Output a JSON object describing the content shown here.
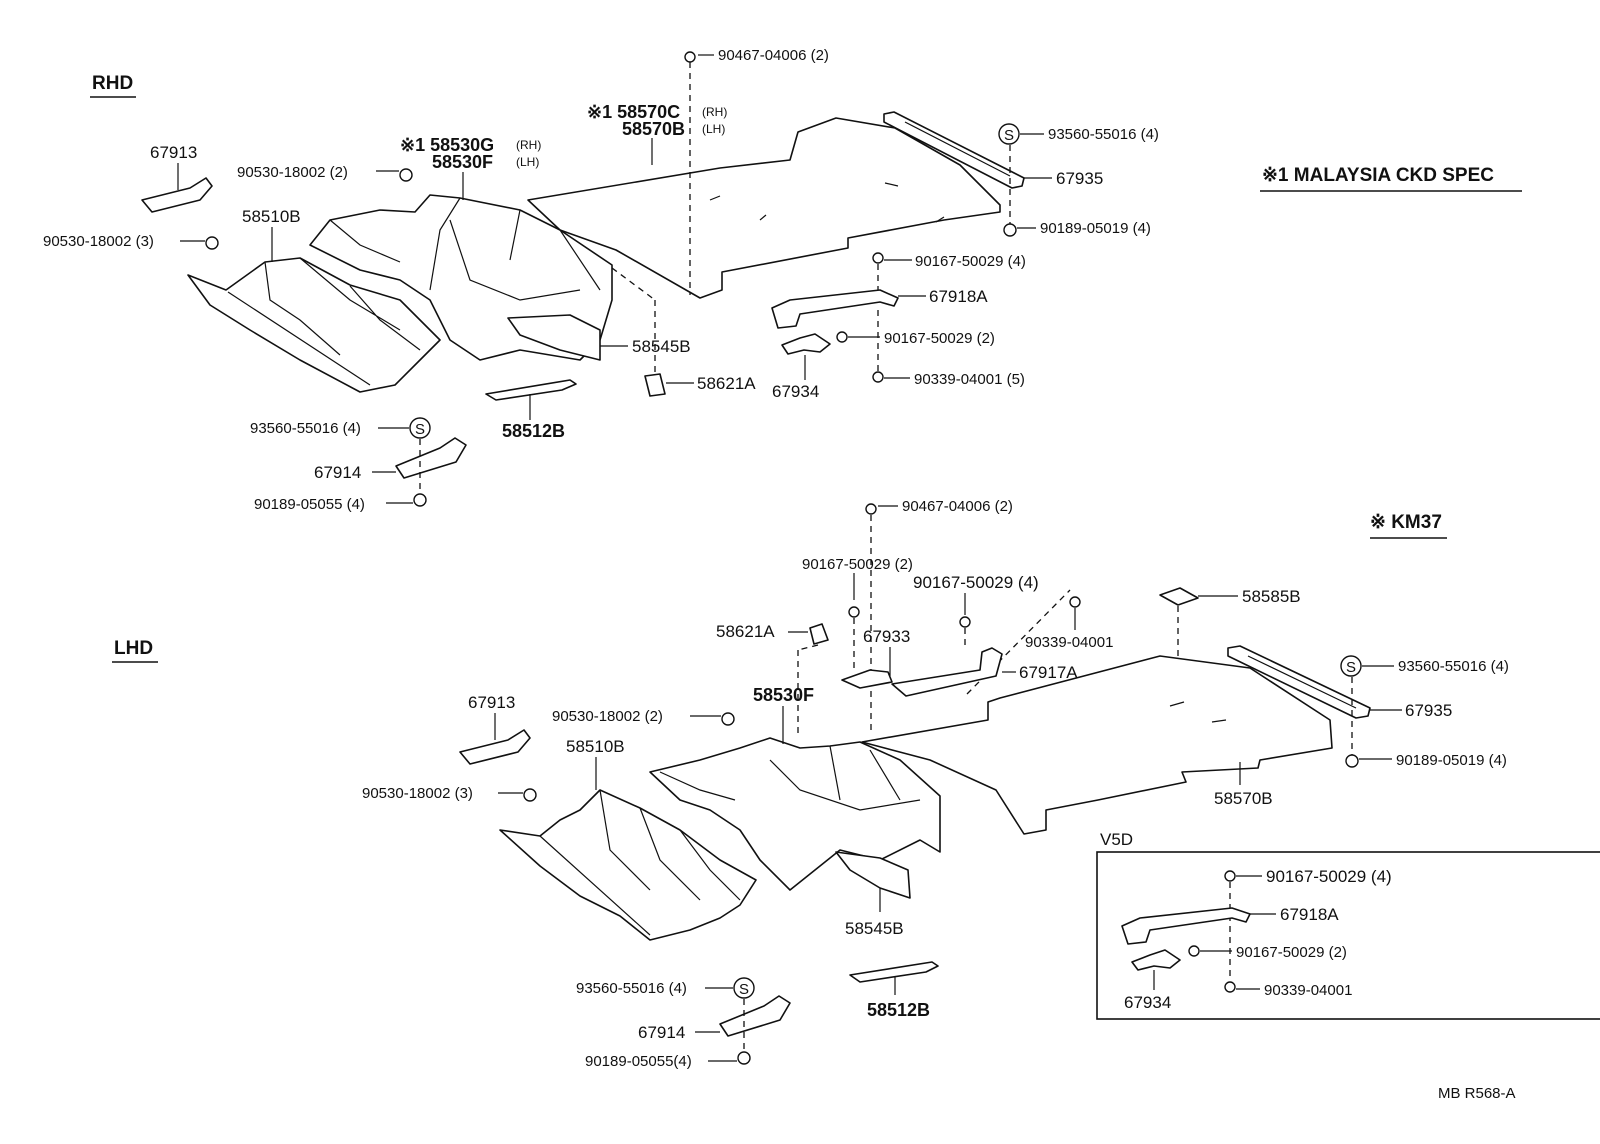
{
  "headings": {
    "rhd": "RHD",
    "lhd": "LHD",
    "malaysia": "※1 MALAYSIA CKD SPEC",
    "km37": "※ KM37",
    "v5d": "V5D",
    "footer": "MB  R568-A"
  },
  "rhd": {
    "l_90467": "90467-04006 (2)",
    "l_58570c": "※1 58570C",
    "l_58570c_rh": "(RH)",
    "l_58570b": "58570B",
    "l_58570b_lh": "(LH)",
    "l_93560": "93560-55016 (4)",
    "l_67935": "67935",
    "l_90189_05019": "90189-05019 (4)",
    "l_90167_4": "90167-50029 (4)",
    "l_67918a": "67918A",
    "l_90167_2": "90167-50029 (2)",
    "l_67934": "67934",
    "l_90339": "90339-04001 (5)",
    "l_58621a": "58621A",
    "l_58545b": "58545B",
    "l_58512b": "58512B",
    "l_58530g": "※1 58530G",
    "l_58530g_rh": "(RH)",
    "l_58530f": "58530F",
    "l_58530f_lh": "(LH)",
    "l_67913": "67913",
    "l_90530_2": "90530-18002 (2)",
    "l_90530_3": "90530-18002 (3)",
    "l_58510b": "58510B",
    "l_93560_b": "93560-55016 (4)",
    "l_67914": "67914",
    "l_90189_05055": "90189-05055 (4)"
  },
  "lhd": {
    "l_90467": "90467-04006 (2)",
    "l_90167_2": "90167-50029 (2)",
    "l_90167_4": "90167-50029 (4)",
    "l_90339": "90339-04001",
    "l_58585b": "58585B",
    "l_58621a": "58621A",
    "l_67933": "67933",
    "l_67917a": "67917A",
    "l_93560": "93560-55016 (4)",
    "l_67935": "67935",
    "l_90189_05019": "90189-05019 (4)",
    "l_58570b": "58570B",
    "l_67913": "67913",
    "l_90530_2": "90530-18002 (2)",
    "l_58530f": "58530F",
    "l_58510b": "58510B",
    "l_90530_3": "90530-18002 (3)",
    "l_58545b": "58545B",
    "l_58512b": "58512B",
    "l_93560_b": "93560-55016 (4)",
    "l_67914": "67914",
    "l_90189_05055": "90189-05055(4)"
  },
  "v5d": {
    "l_90167_4": "90167-50029 (4)",
    "l_67918a": "67918A",
    "l_90167_2": "90167-50029 (2)",
    "l_67934": "67934",
    "l_90339": "90339-04001"
  },
  "symbols": {
    "s": "S"
  }
}
